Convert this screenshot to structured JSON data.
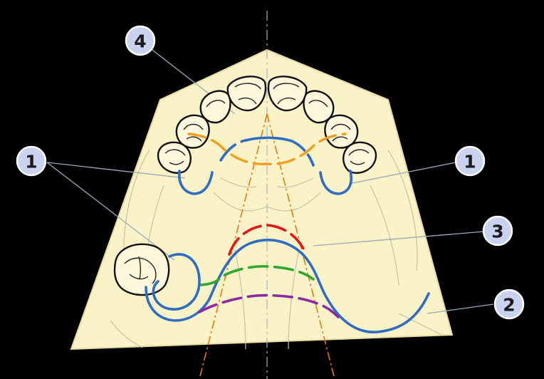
{
  "colors": {
    "background": "#000000",
    "cast": "#fbf3c8",
    "callout_fill": "#c9d3ef",
    "callout_stroke": "#ffffff",
    "blue": "#2f6cc4",
    "orange": "#f0a020",
    "red": "#e01818",
    "green": "#2fa82f",
    "purple": "#8a2aa6",
    "guide_orange": "#e07a10",
    "leader": "#9aaab8"
  },
  "callouts": [
    {
      "id": "left-1",
      "label": "1"
    },
    {
      "id": "right-1",
      "label": "1"
    },
    {
      "id": "right-3",
      "label": "3"
    },
    {
      "id": "right-2",
      "label": "2"
    },
    {
      "id": "top-4",
      "label": "4"
    }
  ]
}
